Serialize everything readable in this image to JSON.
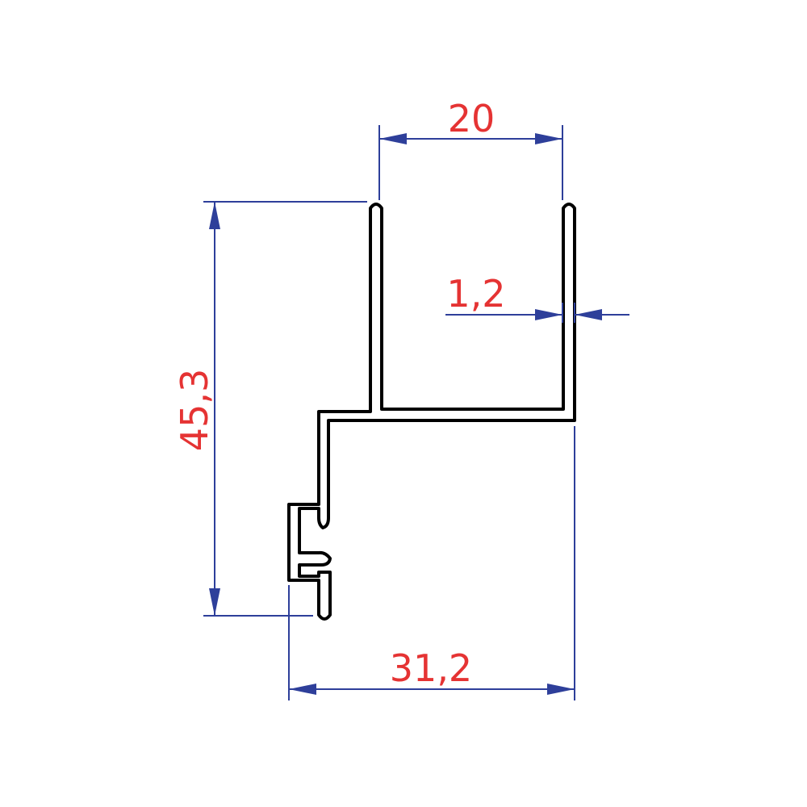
{
  "dimensions": {
    "top_width": "20",
    "wall_thickness": "1,2",
    "height": "45,3",
    "bottom_width": "31,2"
  },
  "colors": {
    "dimension_line": "#2e3f9a",
    "dimension_text": "#e53333",
    "profile_outline": "#000000",
    "background": "#ffffff"
  }
}
